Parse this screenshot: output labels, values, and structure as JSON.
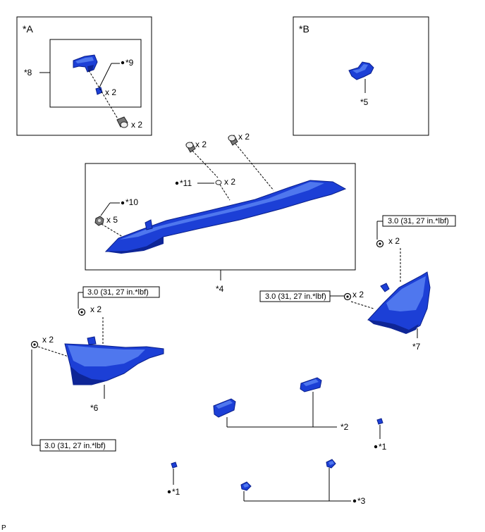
{
  "views": {
    "a": "*A",
    "b": "*B"
  },
  "callouts": {
    "c1a": "*1",
    "c1b": "*1",
    "c2": "*2",
    "c3": "*3",
    "c4": "*4",
    "c5": "*5",
    "c6": "*6",
    "c7": "*7",
    "c8": "*8",
    "c9": "*9",
    "c10": "*10",
    "c11": "*11"
  },
  "quantities": {
    "q_a9": "x 2",
    "q_a_screw": "x 2",
    "q_bolt_left": "x 2",
    "q_bolt_right": "x 2",
    "q_c11": "x 2",
    "q_c10": "x 5",
    "q_nut7_top": "x 2",
    "q_nut7_left": "x 2",
    "q_nut6_top": "x 2",
    "q_nut6_left": "x 2"
  },
  "torque": {
    "t7_top": "3.0 (31, 27 in.*lbf)",
    "t7_left": "3.0 (31, 27 in.*lbf)",
    "t6_top": "3.0 (31, 27 in.*lbf)",
    "t6_bottom": "3.0 (31, 27 in.*lbf)"
  },
  "corner_mark": "P",
  "colors": {
    "part": "#1c3fd6",
    "part_highlight": "#4f77ee",
    "part_shadow": "#0e2596"
  },
  "icons": {
    "fastener": "screw-icon",
    "nut": "nut-icon",
    "clip": "clip-icon"
  }
}
